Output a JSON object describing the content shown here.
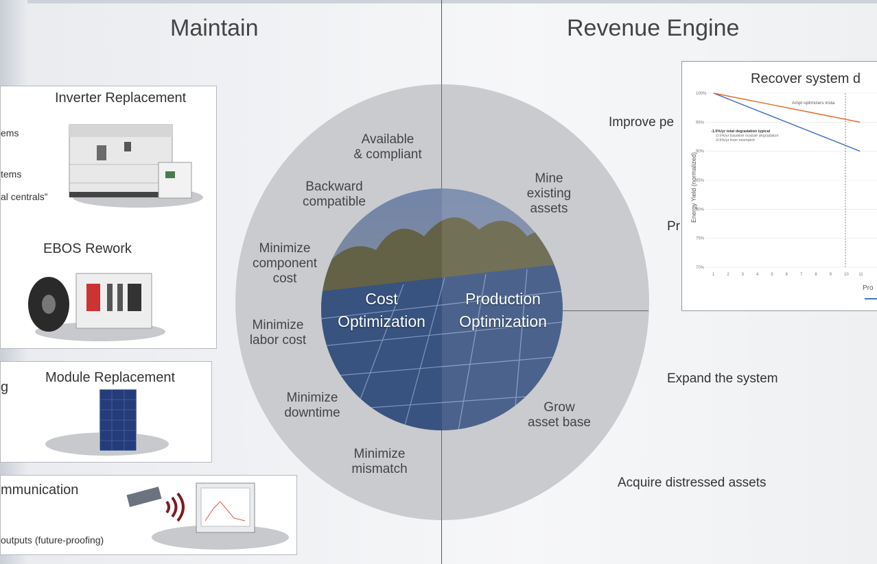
{
  "headings": {
    "left": "Maintain",
    "right": "Revenue Engine"
  },
  "cards": {
    "inverter": {
      "title": "Inverter Replacement",
      "lines": [
        "ems",
        "tems",
        "al centrals”"
      ]
    },
    "ebos": {
      "title": "EBOS Rework"
    },
    "module": {
      "title": "Module Replacement",
      "side_text": "g"
    },
    "comm": {
      "title": "mmunication",
      "line": "outputs (future-proofing)"
    }
  },
  "wheel": {
    "left_items": [
      "Available\n& compliant",
      "Backward\ncompatible",
      "Minimize\ncomponent\ncost",
      "Minimize\nlabor cost",
      "Minimize\ndowntime",
      "Minimize\nmismatch"
    ],
    "right_items": [
      "Mine\nexisting\nassets",
      "Grow\nasset base"
    ],
    "inner_left": "Cost\nOptimization",
    "inner_right": "Production\nOptimization"
  },
  "right_labels": [
    "Improve pe",
    "Pr",
    "Expand the system",
    "Acquire distressed assets"
  ],
  "chart_data": {
    "type": "line",
    "title": "Recover system d",
    "ylabel": "Energy Yield (normalized)",
    "xlabel": "Pro",
    "x": [
      1,
      2,
      3,
      4,
      5,
      6,
      7,
      8,
      9,
      10,
      11
    ],
    "y_ticks": [
      "100%",
      "95%",
      "90%",
      "85%",
      "80%",
      "75%",
      "70%"
    ],
    "ylim": [
      0.7,
      1.0
    ],
    "annotation_top": "Ampt optimizers insta",
    "annotations": [
      "-1.0%/yr total degradation typical",
      "-0.5%/yr baseline module degradation",
      "-0.5%/yr from mismatch"
    ],
    "series": [
      {
        "color": "#4472c4",
        "values": [
          1.0,
          0.99,
          0.98,
          0.97,
          0.96,
          0.95,
          0.94,
          0.93,
          0.92,
          0.91,
          0.9
        ]
      },
      {
        "color": "#e36c2a",
        "values": [
          1.0,
          0.995,
          0.99,
          0.985,
          0.98,
          0.975,
          0.97,
          0.965,
          0.96,
          0.955,
          0.95
        ]
      }
    ],
    "marker_x": 10
  }
}
